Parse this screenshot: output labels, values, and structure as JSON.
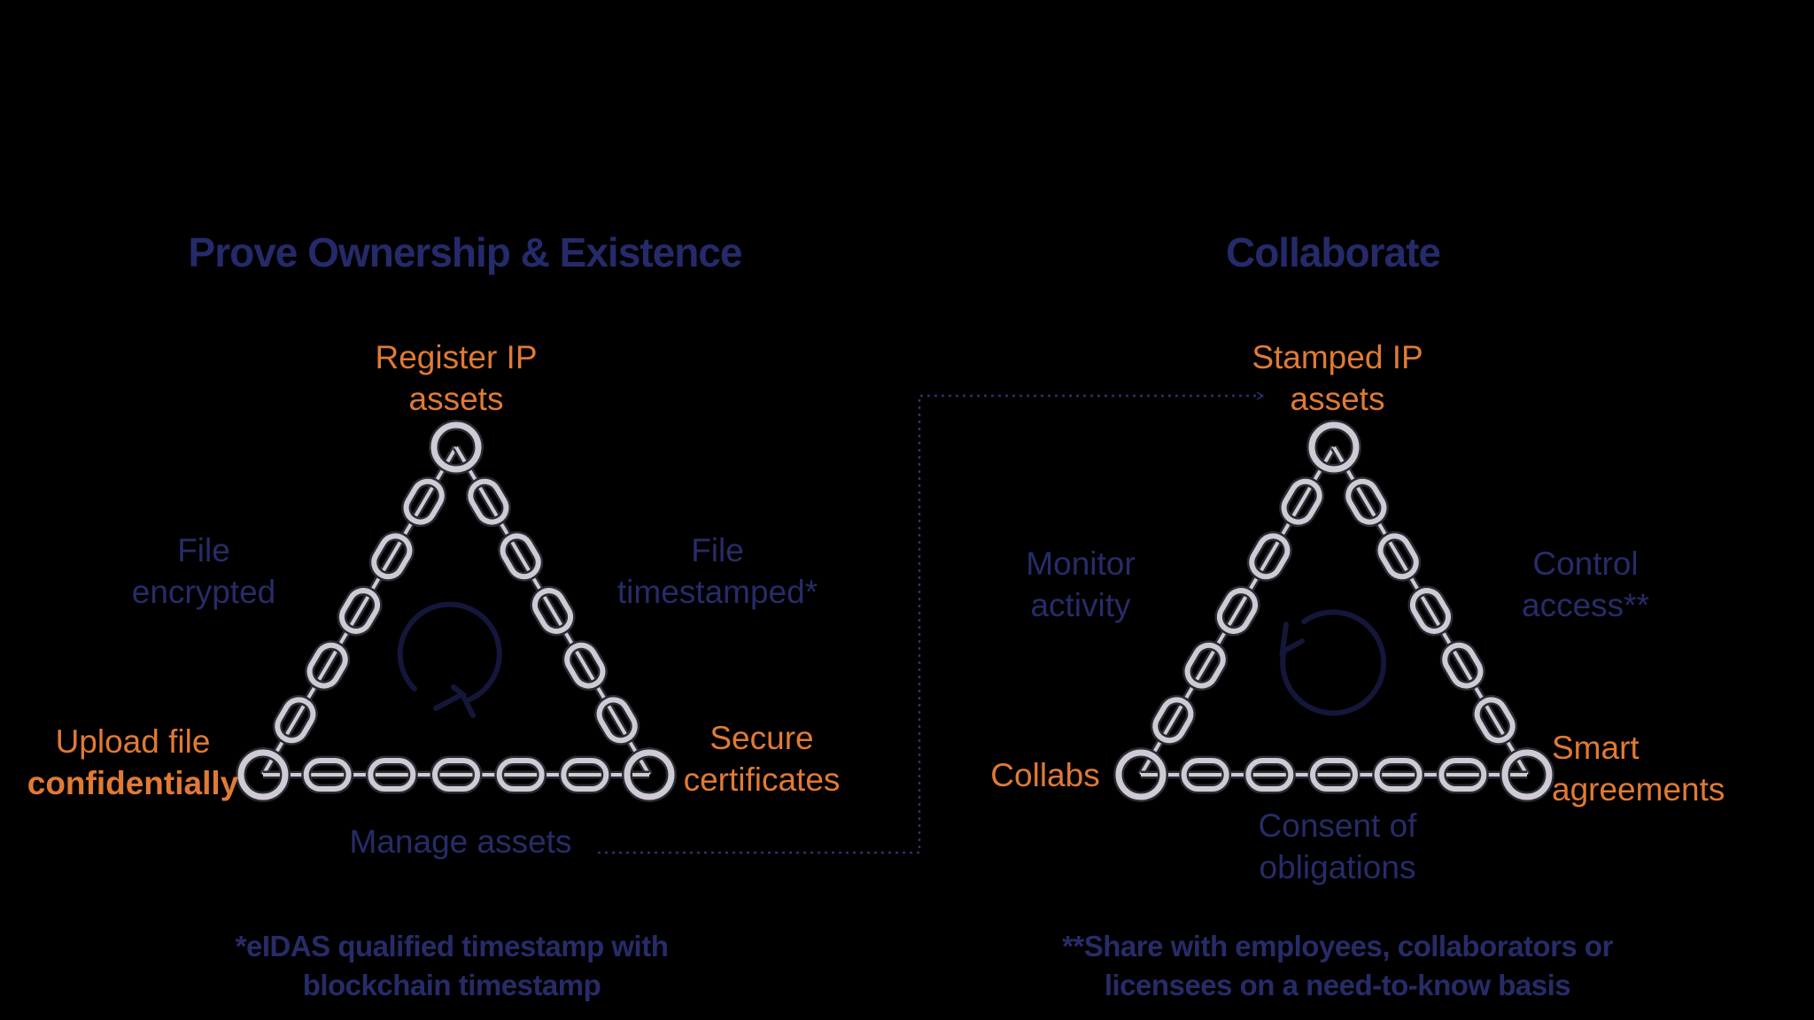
{
  "colors": {
    "background": "#000000",
    "title": "#252a6a",
    "accent_orange": "#e07a35",
    "label_blue": "#272c68",
    "chain_fill": "#cfcad3",
    "chain_stroke": "#2a2a32",
    "cycle_arrow": "#14163a",
    "connector": "#2c3070"
  },
  "left": {
    "title": "Prove Ownership & Existence",
    "top_vertex": [
      "Register IP",
      "assets"
    ],
    "left_side": [
      "File",
      "encrypted"
    ],
    "right_side": [
      "File",
      "timestamped*"
    ],
    "bottom_left_vertex": [
      "Upload file",
      "confidentially"
    ],
    "bottom_right_vertex": [
      "Secure",
      "certificates"
    ],
    "bottom_side": "Manage assets",
    "cycle_icon": "clockwise-cycle-arrow-icon",
    "footnote": [
      "*eIDAS qualified timestamp with",
      "blockchain timestamp"
    ]
  },
  "right": {
    "title": "Collaborate",
    "top_vertex": [
      "Stamped IP",
      "assets"
    ],
    "left_side": [
      "Monitor",
      "activity"
    ],
    "right_side": [
      "Control",
      "access**"
    ],
    "bottom_left_vertex": "Collabs",
    "bottom_right_vertex": [
      "Smart",
      "agreements"
    ],
    "bottom_side": [
      "Consent of",
      "obligations"
    ],
    "cycle_icon": "counterclockwise-cycle-arrow-icon",
    "footnote": [
      "**Share with employees, collaborators or",
      "licensees on a need-to-know basis"
    ]
  },
  "connector_icon": "dotted-arrow-connector-icon"
}
